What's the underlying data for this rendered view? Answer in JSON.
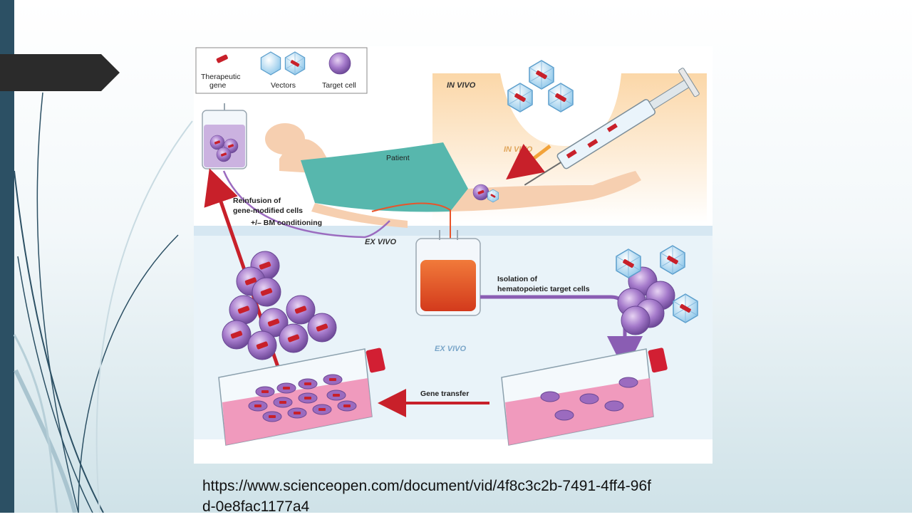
{
  "legend": {
    "therapeutic_gene": [
      "Therapeutic",
      "gene"
    ],
    "vectors": "Vectors",
    "target_cell": "Target cell"
  },
  "zones": {
    "in_vivo_top": "IN VIVO",
    "in_vivo_arrow": "IN VIVO",
    "ex_vivo_top": "EX VIVO",
    "ex_vivo_bottom": "EX VIVO"
  },
  "labels": {
    "patient": "Patient",
    "reinfusion": [
      "Reinfusion of",
      "gene-modified cells",
      "+/– BM conditioning"
    ],
    "isolation": [
      "Isolation of",
      "hematopoietic target cells"
    ],
    "gene_transfer": "Gene transfer"
  },
  "source": {
    "url": "https://www.scienceopen.com/document/vid/4f8c3c2b-7491-4ff4-96fd-0e8fac1177a4"
  },
  "colors": {
    "gene": "#c8202a",
    "cell": "#9b6bbf",
    "vector": "#8ec7ea",
    "blood": "#e8542a",
    "flask_medium": "#ef8fb6",
    "in_vivo_panel": "#fde6c6",
    "ex_vivo_panel": "#e4f0f8",
    "slide_bar": "#2c5064"
  }
}
